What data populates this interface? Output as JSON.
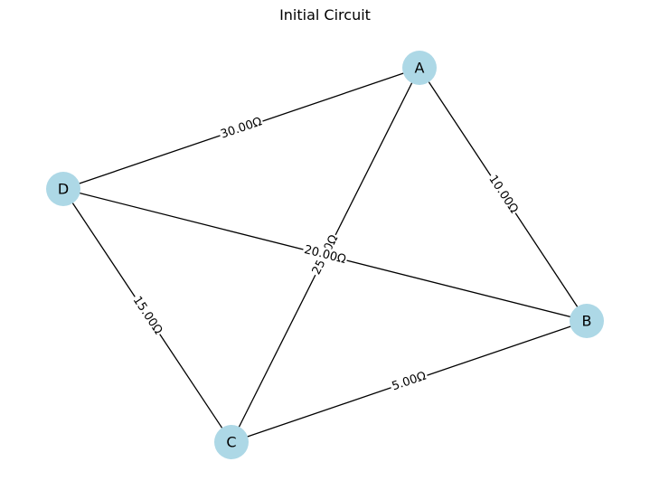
{
  "title": "Initial Circuit",
  "colors": {
    "node_fill": "#add8e6",
    "edge": "#000000",
    "background": "#ffffff"
  },
  "nodes": [
    {
      "id": "A",
      "label": "A"
    },
    {
      "id": "B",
      "label": "B"
    },
    {
      "id": "C",
      "label": "C"
    },
    {
      "id": "D",
      "label": "D"
    }
  ],
  "edges": [
    {
      "from": "D",
      "to": "A",
      "label": "30.00Ω"
    },
    {
      "from": "A",
      "to": "B",
      "label": "10.00Ω"
    },
    {
      "from": "A",
      "to": "C",
      "label": "25.00Ω"
    },
    {
      "from": "D",
      "to": "B",
      "label": "20.00Ω"
    },
    {
      "from": "D",
      "to": "C",
      "label": "15.00Ω"
    },
    {
      "from": "C",
      "to": "B",
      "label": "5.00Ω"
    }
  ]
}
